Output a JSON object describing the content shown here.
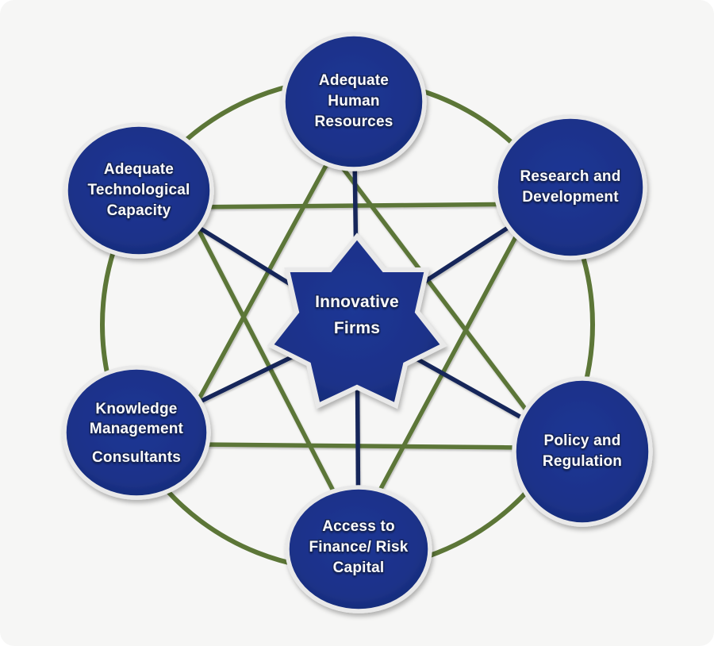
{
  "colors": {
    "background": "#f6f6f5",
    "node-fill": "#1c3289",
    "node-border": "#e9e9e9",
    "line-green": "#5c7637",
    "line-navy": "#13265a",
    "label-text": "#fbfbfb",
    "label-outline": "#16265c"
  },
  "center": {
    "id": "innovative-firms",
    "lines": [
      "Innovative",
      "Firms"
    ]
  },
  "nodes": [
    {
      "id": "adequate-human-resources",
      "lines": [
        "Adequate",
        "Human",
        "Resources"
      ]
    },
    {
      "id": "adequate-technological-capacity",
      "lines": [
        "Adequate",
        "Technological",
        "Capacity"
      ]
    },
    {
      "id": "research-and-development",
      "lines": [
        "Research and",
        "Development"
      ]
    },
    {
      "id": "knowledge-management-consultants",
      "lines": [
        "Knowledge",
        "Management",
        "Consultants"
      ]
    },
    {
      "id": "policy-and-regulation",
      "lines": [
        "Policy and",
        "Regulation"
      ]
    },
    {
      "id": "access-to-finance-risk-capital",
      "lines": [
        "Access to",
        "Finance/ Risk",
        "Capital"
      ]
    }
  ],
  "edges": {
    "ring": [
      "adequate-human-resources",
      "research-and-development",
      "policy-and-regulation",
      "access-to-finance-risk-capital",
      "knowledge-management-consultants",
      "adequate-technological-capacity"
    ],
    "green_links": [
      [
        "adequate-technological-capacity",
        "research-and-development"
      ],
      [
        "knowledge-management-consultants",
        "policy-and-regulation"
      ],
      [
        "adequate-human-resources",
        "knowledge-management-consultants"
      ],
      [
        "adequate-human-resources",
        "policy-and-regulation"
      ],
      [
        "adequate-technological-capacity",
        "access-to-finance-risk-capital"
      ],
      [
        "research-and-development",
        "access-to-finance-risk-capital"
      ]
    ],
    "navy_spokes_to_center": [
      "adequate-human-resources",
      "adequate-technological-capacity",
      "research-and-development",
      "knowledge-management-consultants",
      "policy-and-regulation",
      "access-to-finance-risk-capital"
    ]
  }
}
